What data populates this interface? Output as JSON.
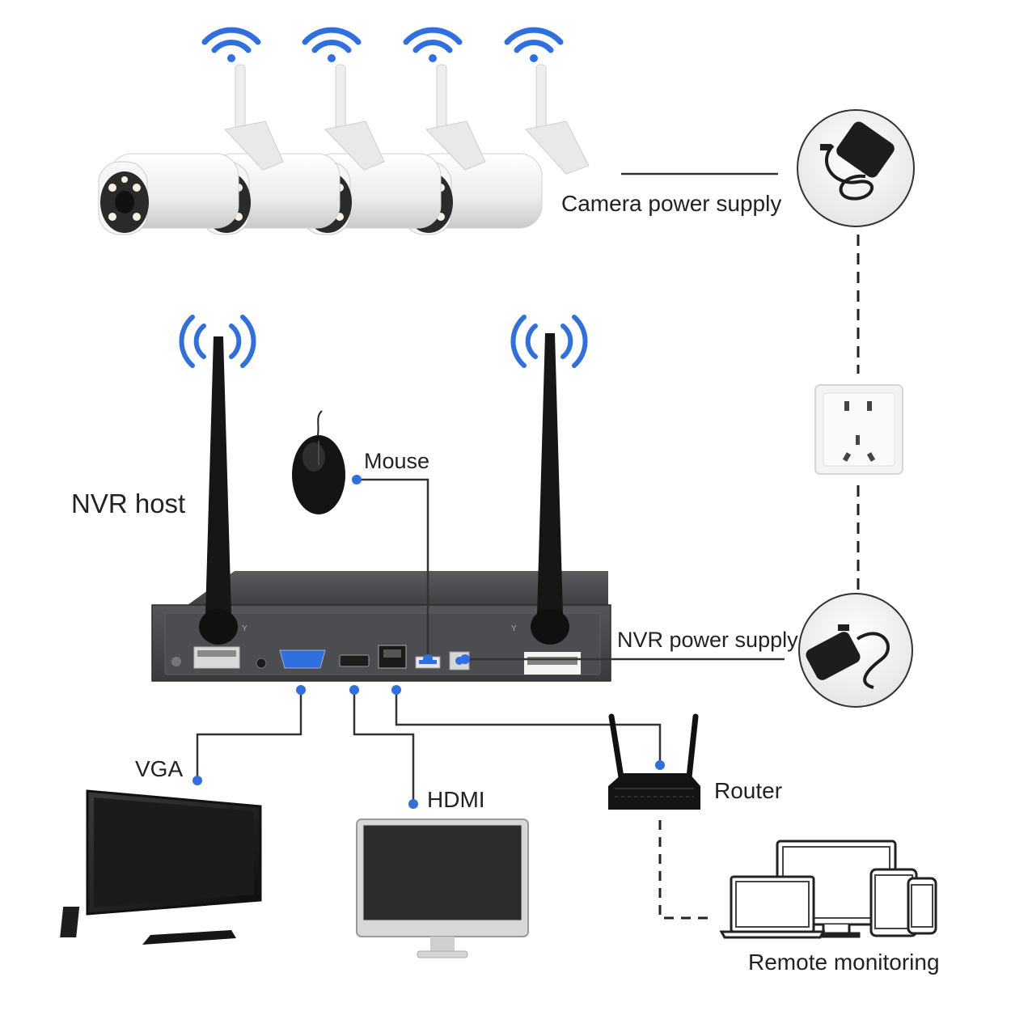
{
  "labels": {
    "nvr_host": "NVR host",
    "mouse": "Mouse",
    "camera_power_supply": "Camera power supply",
    "nvr_power_supply": "NVR power supply",
    "vga": "VGA",
    "hdmi": "HDMI",
    "router": "Router",
    "remote_monitoring": "Remote monitoring"
  },
  "colors": {
    "signal_blue": "#2f6fe0",
    "connector_line": "#333333",
    "nvr_body": "#3a3b3d",
    "nvr_panel": "#4a4b4e",
    "camera_white": "#f1f1f1"
  },
  "icons": {
    "cameras": "wifi-bullet-camera-icon",
    "nvr": "nvr-recorder-icon",
    "mouse": "mouse-icon",
    "socket": "wall-socket-icon",
    "adapter": "power-adapter-icon",
    "router": "router-icon",
    "monitor": "monitor-icon",
    "devices": "devices-icon"
  }
}
